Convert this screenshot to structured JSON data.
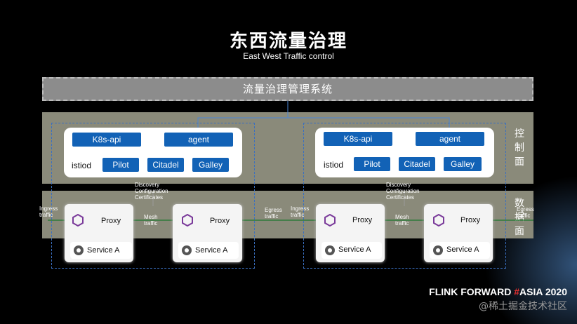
{
  "title": "东西流量治理",
  "subtitle": "East West Traffic control",
  "management": "流量治理管理系统",
  "control_plane_label": [
    "控",
    "制",
    "面"
  ],
  "data_plane_label": [
    "数",
    "据",
    "面"
  ],
  "clusters": [
    {
      "k8s": "K8s-api",
      "agent": "agent",
      "istiod": "istiod",
      "pilot": "Pilot",
      "citadel": "Citadel",
      "galley": "Galley",
      "dcc": [
        "Discovery",
        "Configuration",
        "Certificates"
      ],
      "ingress": [
        "Ingress",
        "traffic"
      ],
      "mesh": [
        "Mesh",
        "traffic"
      ],
      "egress": [
        "Egress",
        "traffic"
      ],
      "proxy": "Proxy",
      "service": "Service A"
    },
    {
      "k8s": "K8s-api",
      "agent": "agent",
      "istiod": "istiod",
      "pilot": "Pilot",
      "citadel": "Citadel",
      "galley": "Galley",
      "dcc": [
        "Discovery",
        "Configuration",
        "Certificates"
      ],
      "ingress": [
        "Ingress",
        "traffic"
      ],
      "mesh": [
        "Mesh",
        "traffic"
      ],
      "egress": [
        "Egress",
        "traffic"
      ],
      "proxy": "Proxy",
      "service": "Service A"
    }
  ],
  "brand": {
    "pre": "FLINK FORWARD ",
    "hash": "#",
    "post": "ASIA 2020"
  },
  "watermark": "@稀土掘金技术社区",
  "colors": {
    "accent_blue": "#1262b6",
    "band": "#8a8a7a",
    "brand_red": "#e03030"
  }
}
